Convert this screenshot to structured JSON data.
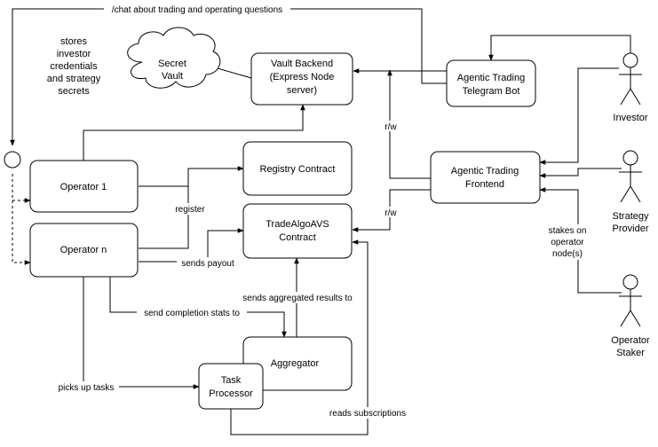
{
  "nodes": {
    "secret_vault": [
      "Secret",
      "Vault"
    ],
    "vault_note": [
      "stores",
      "investor",
      "credentials",
      "and strategy",
      "secrets"
    ],
    "vault_backend": [
      "Vault Backend",
      "(Express Node",
      "server)"
    ],
    "telegram_bot": [
      "Agentic Trading",
      "Telegram Bot"
    ],
    "registry": [
      "Registry Contract"
    ],
    "frontend": [
      "Agentic Trading",
      "Frontend"
    ],
    "operator1": [
      "Operator 1"
    ],
    "operatorn": [
      "Operator n"
    ],
    "tradealgo": [
      "TradeAlgoAVS",
      "Contract"
    ],
    "aggregator": [
      "Aggregator"
    ],
    "task_processor": [
      "Task",
      "Processor"
    ]
  },
  "actors": {
    "investor": [
      "Investor"
    ],
    "strategy_provider": [
      "Strategy",
      "Provider"
    ],
    "operator_staker": [
      "Operator",
      "Staker"
    ]
  },
  "edge_labels": {
    "chat": "/chat about trading and operating questions",
    "rw_vault": "r/w",
    "rw_contract": "r/w",
    "register": "register",
    "sends_payout": "sends payout",
    "stakes": [
      "stakes on",
      "operator",
      "node(s)"
    ],
    "sends_aggregated": "sends aggregated results to",
    "send_completion": "send completion stats to",
    "picks_up": "picks up tasks",
    "reads_subscriptions": "reads subscriptions"
  }
}
